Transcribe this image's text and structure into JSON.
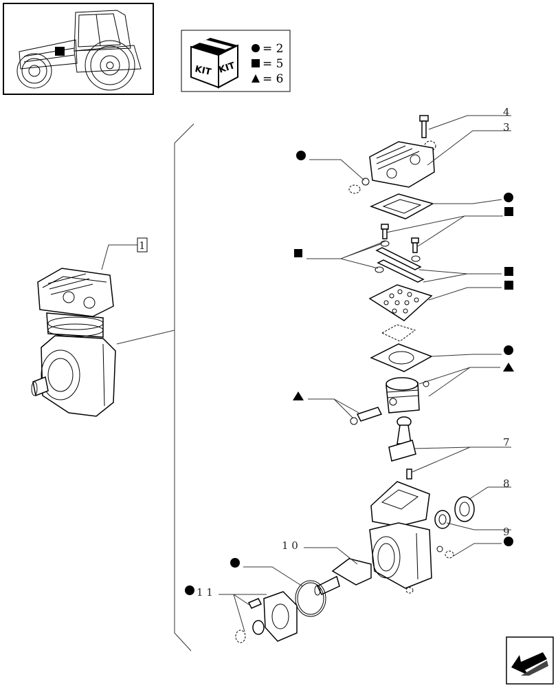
{
  "legend": {
    "kit_label": "KIT",
    "rows": [
      {
        "symbol": "circle",
        "text": "= 2"
      },
      {
        "symbol": "square",
        "text": "= 5"
      },
      {
        "symbol": "triangle",
        "text": "= 6"
      }
    ]
  },
  "callouts": {
    "c1": "1",
    "c3": "3",
    "c4": "4",
    "c7": "7",
    "c8": "8",
    "c9": "9",
    "c10": "1 0",
    "c11": "1 1"
  },
  "icons": {
    "tractor": "tractor-thumbnail-icon",
    "kit": "kit-box-icon",
    "nav": "navigate-arrow-icon"
  },
  "colors": {
    "line": "#000000",
    "background": "#ffffff"
  }
}
